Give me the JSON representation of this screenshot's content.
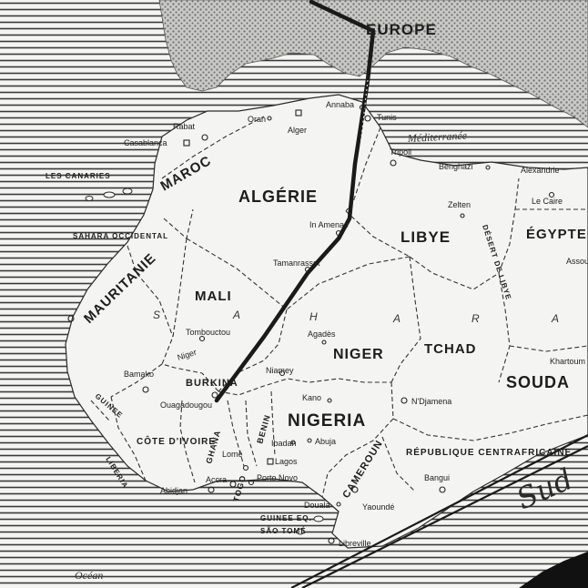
{
  "map": {
    "continent_label": "EUROPE",
    "sea_label": "Méditerranée",
    "handwritten_label": "Sud",
    "bottom_text": "Océan",
    "countries": [
      {
        "id": "algerie",
        "name": "ALGÉRIE"
      },
      {
        "id": "libye",
        "name": "LIBYE"
      },
      {
        "id": "maroc",
        "name": "MAROC"
      },
      {
        "id": "mauritanie",
        "name": "MAURITANIE"
      },
      {
        "id": "mali",
        "name": "MALI"
      },
      {
        "id": "niger",
        "name": "NIGER"
      },
      {
        "id": "tchad",
        "name": "TCHAD"
      },
      {
        "id": "nigeria",
        "name": "NIGERIA"
      },
      {
        "id": "egypte",
        "name": "ÉGYPTE"
      },
      {
        "id": "soudan",
        "name": "SOUDA"
      },
      {
        "id": "burkina",
        "name": "BURKINA"
      },
      {
        "id": "cote-divoire",
        "name": "CÔTE D'IVOIRE"
      },
      {
        "id": "ghana",
        "name": "GHANA"
      },
      {
        "id": "togo",
        "name": "TOGO"
      },
      {
        "id": "benin",
        "name": "BENIN"
      },
      {
        "id": "cameroun",
        "name": "CAMEROUN"
      },
      {
        "id": "rca",
        "name": "RÉPUBLIQUE CENTRAFRICAINE"
      },
      {
        "id": "guinee-eq",
        "name": "GUINEE EQ."
      },
      {
        "id": "sao-tome",
        "name": "SÃO TOMÉ"
      },
      {
        "id": "liberia",
        "name": "LIBERIA"
      },
      {
        "id": "sahara-occidental",
        "name": "SAHARA OCCIDENTAL"
      },
      {
        "id": "canaries",
        "name": "LES CANARIES"
      },
      {
        "id": "guinee",
        "name": "GUINEE"
      }
    ],
    "region_letters": [
      "S",
      "A",
      "H",
      "A",
      "R",
      "A"
    ],
    "desert_label": "DÉSERT DE LIBYE",
    "cities": [
      {
        "id": "rabat",
        "name": "Rabat"
      },
      {
        "id": "casablanca",
        "name": "Casablanca"
      },
      {
        "id": "oran",
        "name": "Oran"
      },
      {
        "id": "alger",
        "name": "Alger"
      },
      {
        "id": "annaba",
        "name": "Annaba"
      },
      {
        "id": "tunis",
        "name": "Tunis"
      },
      {
        "id": "tripoli",
        "name": "Tripoli"
      },
      {
        "id": "benghazi",
        "name": "Benghazi"
      },
      {
        "id": "alexandrie",
        "name": "Alexandrie"
      },
      {
        "id": "le-caire",
        "name": "Le Caire"
      },
      {
        "id": "assouan",
        "name": "Assouan"
      },
      {
        "id": "zelten",
        "name": "Zelten"
      },
      {
        "id": "in-amenas",
        "name": "In Amenas"
      },
      {
        "id": "tamanrasset",
        "name": "Tamanrasset"
      },
      {
        "id": "tombouctou",
        "name": "Tombouctou"
      },
      {
        "id": "agades",
        "name": "Agadès"
      },
      {
        "id": "niamey",
        "name": "Niamey"
      },
      {
        "id": "bamako",
        "name": "Bamako"
      },
      {
        "id": "niger-river",
        "name": "Niger"
      },
      {
        "id": "ouagadougou",
        "name": "Ouagadougou"
      },
      {
        "id": "kano",
        "name": "Kano"
      },
      {
        "id": "ndjamena",
        "name": "N'Djamena"
      },
      {
        "id": "khartoum",
        "name": "Khartoum"
      },
      {
        "id": "abuja",
        "name": "Abuja"
      },
      {
        "id": "ibadan",
        "name": "Ibadan"
      },
      {
        "id": "lagos",
        "name": "Lagos"
      },
      {
        "id": "lome",
        "name": "Lomé"
      },
      {
        "id": "porto-novo",
        "name": "Porto Novo"
      },
      {
        "id": "accra",
        "name": "Accra"
      },
      {
        "id": "abidjan",
        "name": "Abidjan"
      },
      {
        "id": "douala",
        "name": "Douala"
      },
      {
        "id": "yaounde",
        "name": "Yaoundé"
      },
      {
        "id": "bangui",
        "name": "Bangui"
      },
      {
        "id": "libreville",
        "name": "Libreville"
      }
    ]
  },
  "colors": {
    "background": "#f4f4f2",
    "hatching": "#3a3a3a",
    "border": "#333333",
    "route": "#1a1a1a"
  }
}
